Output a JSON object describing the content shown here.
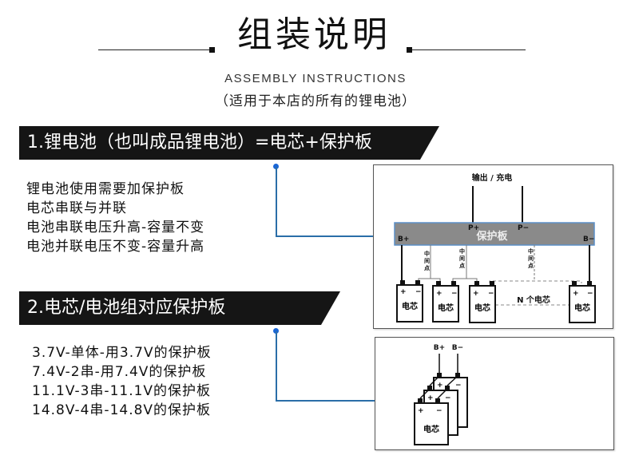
{
  "header": {
    "title": "组装说明",
    "subtitle_en": "ASSEMBLY INSTRUCTIONS",
    "subtitle_cn": "（适用于本店的所有的锂电池）"
  },
  "section1": {
    "banner": "1.锂电池（也叫成品锂电池）=电芯+保护板",
    "lines": [
      "锂电池使用需要加保护板",
      "电芯串联与并联",
      "电池串联电压升高-容量不变",
      "电池并联电压不变-容量升高"
    ],
    "diagram": {
      "output_label": "输出 / 充电",
      "board_label": "保护板",
      "p_plus": "P+",
      "p_minus": "P−",
      "b_plus": "B+",
      "b_minus": "B−",
      "midpoint_label": "中间点",
      "cell_label": "电芯",
      "n_cells_label": "N 个电芯",
      "plus": "+",
      "minus": "−",
      "board_color": "#8a8a8a",
      "board_border_color": "#5b8fc7"
    }
  },
  "section2": {
    "banner": "2.电芯/电池组对应保护板",
    "lines": [
      "3.7V-单体-用3.7V的保护板",
      "7.4V-2串-用7.4V的保护板",
      "11.1V-3串-11.1V的保护板",
      "14.8V-4串-14.8V的保护板"
    ],
    "diagram": {
      "b_plus": "B+",
      "b_minus": "B−",
      "cell_label": "电芯",
      "plus": "+",
      "minus": "−"
    }
  },
  "colors": {
    "banner_bg": "#151515",
    "connector": "#2a6ea8",
    "connector_dot": "#1a66d6"
  }
}
